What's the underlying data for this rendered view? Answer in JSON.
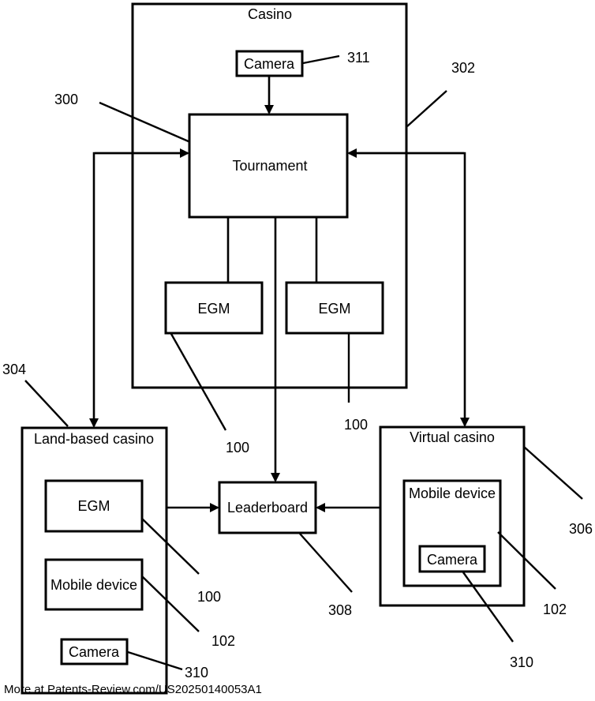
{
  "boxes": {
    "casino": "Casino",
    "camera_top": "Camera",
    "tournament": "Tournament",
    "egm_left": "EGM",
    "egm_right": "EGM",
    "land_based_casino": "Land-based casino",
    "land_egm": "EGM",
    "land_mobile": "Mobile device",
    "land_camera": "Camera",
    "leaderboard": "Leaderboard",
    "virtual_casino": "Virtual casino",
    "virtual_mobile": "Mobile device",
    "virtual_camera": "Camera"
  },
  "refs": {
    "r311": "311",
    "r302": "302",
    "r300": "300",
    "r304": "304",
    "r100_a": "100",
    "r100_b": "100",
    "r100_c": "100",
    "r306": "306",
    "r308": "308",
    "r102_a": "102",
    "r102_b": "102",
    "r310_a": "310",
    "r310_b": "310"
  },
  "footer": "More at Patents-Review.com/US20250140053A1"
}
